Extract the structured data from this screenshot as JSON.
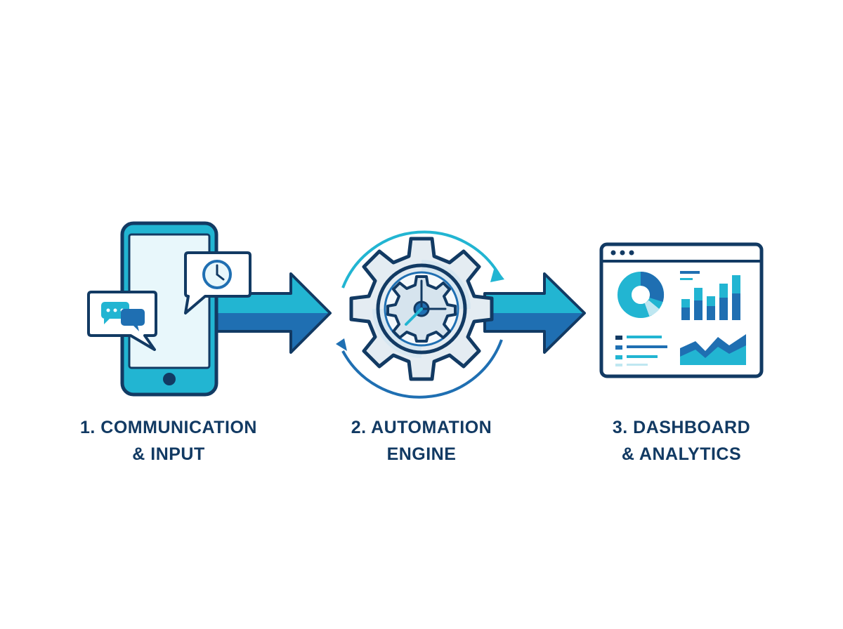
{
  "steps": [
    {
      "line1": "1. COMMUNICATION",
      "line2": "& INPUT",
      "icon": "smartphone-chat-icon"
    },
    {
      "line1": "2. AUTOMATION",
      "line2": "ENGINE",
      "icon": "gear-cycle-icon"
    },
    {
      "line1": "3. DASHBOARD",
      "line2": "& ANALYTICS",
      "icon": "analytics-dashboard-icon"
    }
  ],
  "colors": {
    "navy": "#123a63",
    "blue": "#1f6fb2",
    "cyan": "#22b5d2",
    "light_cyan": "#bfe7f1",
    "background": "#ffffff"
  }
}
